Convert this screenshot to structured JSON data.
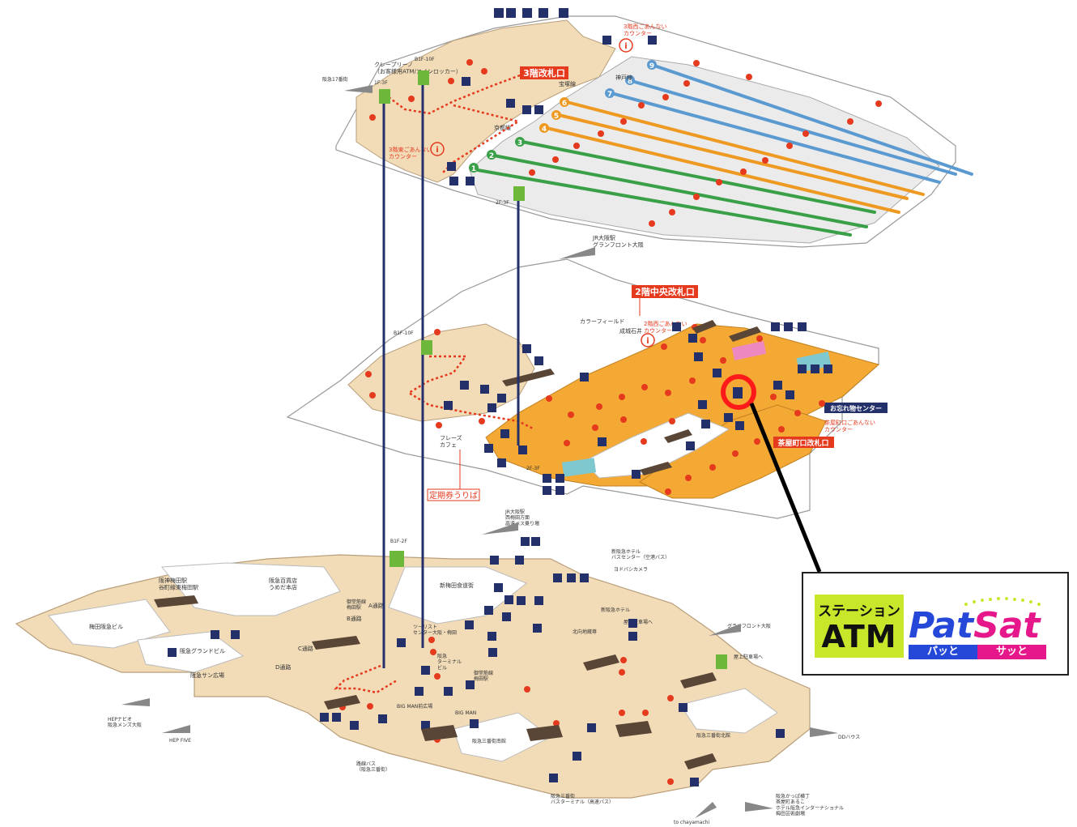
{
  "floor3": {
    "gate_sign": "3階改札口",
    "west_info": "3階西ごあんない\nカウンター",
    "east_info": "3階東ごあんない\nカウンター",
    "creperie": "クレープリーノ\n（お客様用ATM/コインロッカー）",
    "lines_kobe": "神戸線",
    "lines_takarazuka": "宝塚線",
    "lines_kyoto": "京都線",
    "platforms": [
      "1",
      "2",
      "3",
      "4",
      "5",
      "6",
      "7",
      "8",
      "9"
    ],
    "tags": {
      "b1f3f": "1F-3F",
      "b1f10f": "B1F-10F",
      "f2f3": "2F-3F",
      "exit17": "阪急17番街"
    }
  },
  "floor2": {
    "gate_sign": "2階中央改札口",
    "west_info": "2階西ごあんない\nカウンター",
    "color_field": "カラーフィールド",
    "seijo": "成城石井",
    "tag_b1f10f": "B1F-10F",
    "frere_cafe": "フレーズ\nカフェ",
    "teiki_sign": "定期券うりば",
    "lost_found": "お忘れ物センター",
    "chayamachi_info": "茶屋町口ごあんない\nカウンター",
    "chayamachi_gate": "茶屋町口改札口",
    "jr_station": "JR大阪駅\nグランフロント大阪",
    "tag_2f3f": "2F-3F"
  },
  "floor1": {
    "tag_b1f2f": "B1F-2F",
    "hanshin": "阪神梅田駅\n谷町線東梅田駅",
    "hankyu_dept": "阪急百貨店\nうめだ本店",
    "shin_umeda": "新梅田食道街",
    "umeda_building": "梅田阪急ビル",
    "grand_building": "阪急グランドビル",
    "passage_a": "A通路",
    "passage_b": "B通路",
    "passage_c": "C通路",
    "passage_d": "D通路",
    "midosuji_umeda": "御堂筋線\n梅田駅",
    "sun_square": "阪急サン広場",
    "tourist_center": "ツーリスト\nセンター大阪・梅田",
    "terminal_bldg": "阪急\nターミナル\nビル",
    "midosuji2": "御堂筋線\n梅田駅",
    "jr_osaka": "JR大阪駅\n西梅田方面\n高速バス乗り場",
    "hotel_bus": "新阪急ホテル\nバスセンター（空港バス）",
    "yodobashi": "ヨドバシカメラ",
    "shin_hotel": "新阪急ホテル",
    "kita_parking": "北向地蔵尊",
    "rooftop_parking": "屋上駐車場へ",
    "grand_front": "グランフロント大阪",
    "rooftop_parking2": "屋上駐車場へ",
    "hep_navio": "HEPナビオ\n阪急メンズ大阪",
    "hep_five": "HEP FIVE",
    "bigman_square": "BIG MAN前広場",
    "bigman": "BIG MAN",
    "sanbangai_south": "阪急三番街南館",
    "sanbangai_north": "阪急三番街北館",
    "bus_terminal": "阪急三番街\nバスターミナル（高速バス）",
    "local_bus": "路線バス\n（阪急三番街）",
    "dd_house": "DDハウス",
    "chayamachi": "to chayamachi",
    "kappa": "阪急かっぱ横丁\n茶屋町あるこ\nホテル阪急インターナショナル\n梅田芸術劇場"
  },
  "atm_callout": {
    "green_line1": "ステーション",
    "green_line2": "ATM",
    "logo_pat": "Pat",
    "logo_sat": "Sat",
    "bar_left": "パッと",
    "bar_right": "サッと"
  },
  "colors": {
    "floor_beige": "#f2dcb8",
    "floor_grey": "#ebebeb",
    "platform_orange": "#f4a934",
    "line_green": "#3aa048",
    "line_orange": "#ee9a22",
    "line_blue": "#5a9ad0",
    "sign_red": "#e53a1e",
    "elevator_navy": "#23306a",
    "highlight_circle": "#ff1a1a"
  }
}
